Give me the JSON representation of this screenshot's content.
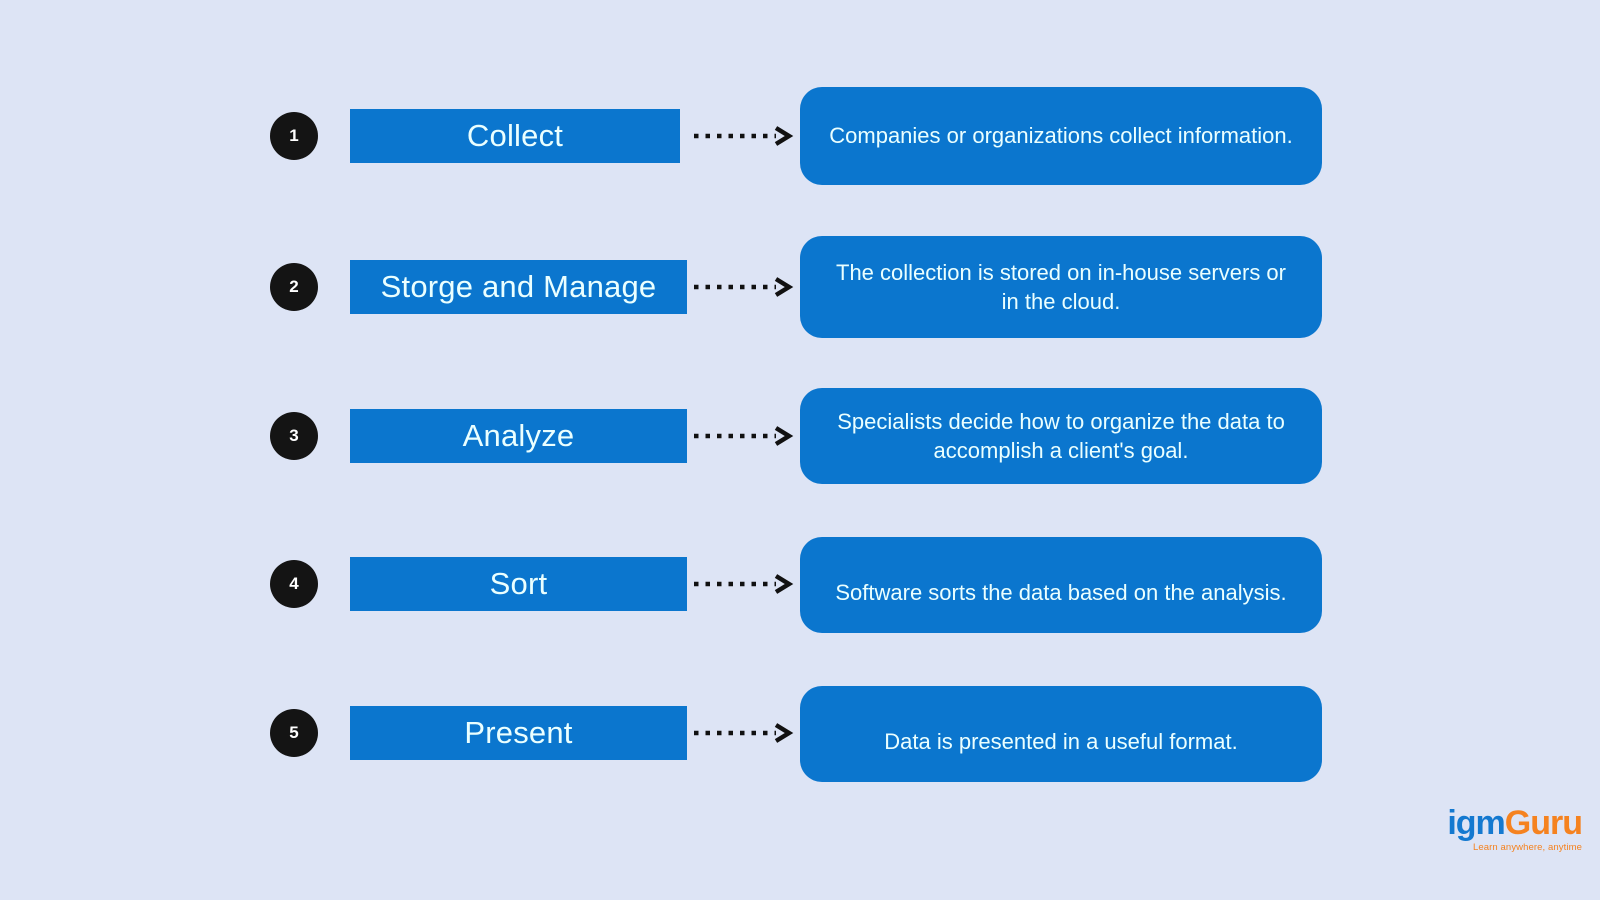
{
  "page": {
    "background_color": "#dde4f5",
    "accent_blue": "#0b76ce",
    "badge_color": "#141414",
    "text_on_blue": "#eaffff"
  },
  "steps": [
    {
      "number": "1",
      "label": "Collect",
      "description": "Companies or organizations collect information.",
      "connector_icon": "dotted-arrow-right-icon"
    },
    {
      "number": "2",
      "label": "Storge and Manage",
      "description": "The collection is stored on in-house servers or in the cloud.",
      "connector_icon": "dotted-arrow-right-icon"
    },
    {
      "number": "3",
      "label": "Analyze",
      "description": "Specialists decide how to organize the data to accomplish a client's goal.",
      "connector_icon": "dotted-arrow-right-icon"
    },
    {
      "number": "4",
      "label": "Sort",
      "description": "Software sorts the data based on the analysis.",
      "connector_icon": "dotted-arrow-right-icon"
    },
    {
      "number": "5",
      "label": "Present",
      "description": "Data is presented in a useful format.",
      "connector_icon": "dotted-arrow-right-icon"
    }
  ],
  "logo": {
    "name_part_1": "igm",
    "name_part_2": "Guru",
    "tagline": "Learn anywhere, anytime",
    "color_part_1": "#1479d0",
    "color_part_2": "#f5821f"
  }
}
